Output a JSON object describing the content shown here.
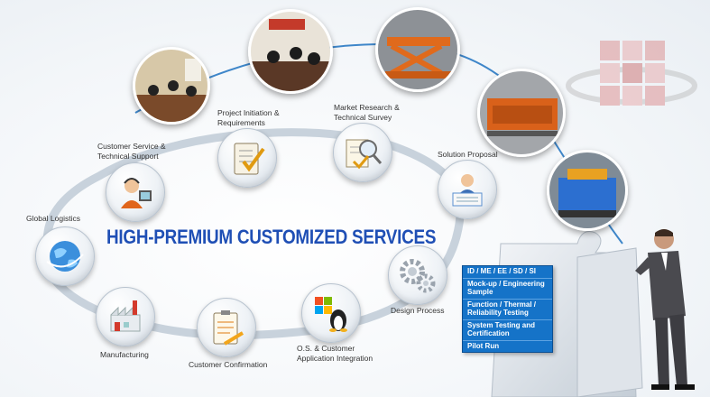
{
  "title": "HIGH-PREMIUM CUSTOMIZED SERVICES",
  "steps": [
    {
      "label": "Project Initiation &\nRequirements",
      "icon": "checklist-icon"
    },
    {
      "label": "Market Research &\nTechnical Survey",
      "icon": "magnifier-document-icon"
    },
    {
      "label": "Solution Proposal",
      "icon": "presenter-icon"
    },
    {
      "label": "Design Process",
      "icon": "gears-icon"
    },
    {
      "label": "O.S. & Customer\nApplication Integration",
      "icon": "os-logos-icon"
    },
    {
      "label": "Customer Confirmation",
      "icon": "clipboard-pencil-icon"
    },
    {
      "label": "Manufacturing",
      "icon": "factory-icon"
    },
    {
      "label": "Global Logistics",
      "icon": "globe-icon"
    },
    {
      "label": "Customer Service &\nTechnical Support",
      "icon": "support-agent-icon"
    }
  ],
  "design_details": [
    "ID / ME / EE / SD / SI",
    "Mock-up / Engineering\nSample",
    "Function / Thermal /\nReliability Testing",
    "System Testing and\nCertification",
    "Pilot Run"
  ],
  "colors": {
    "title": "#1f4fb5",
    "panel": "#1573c8",
    "path": "#3e86c9"
  }
}
